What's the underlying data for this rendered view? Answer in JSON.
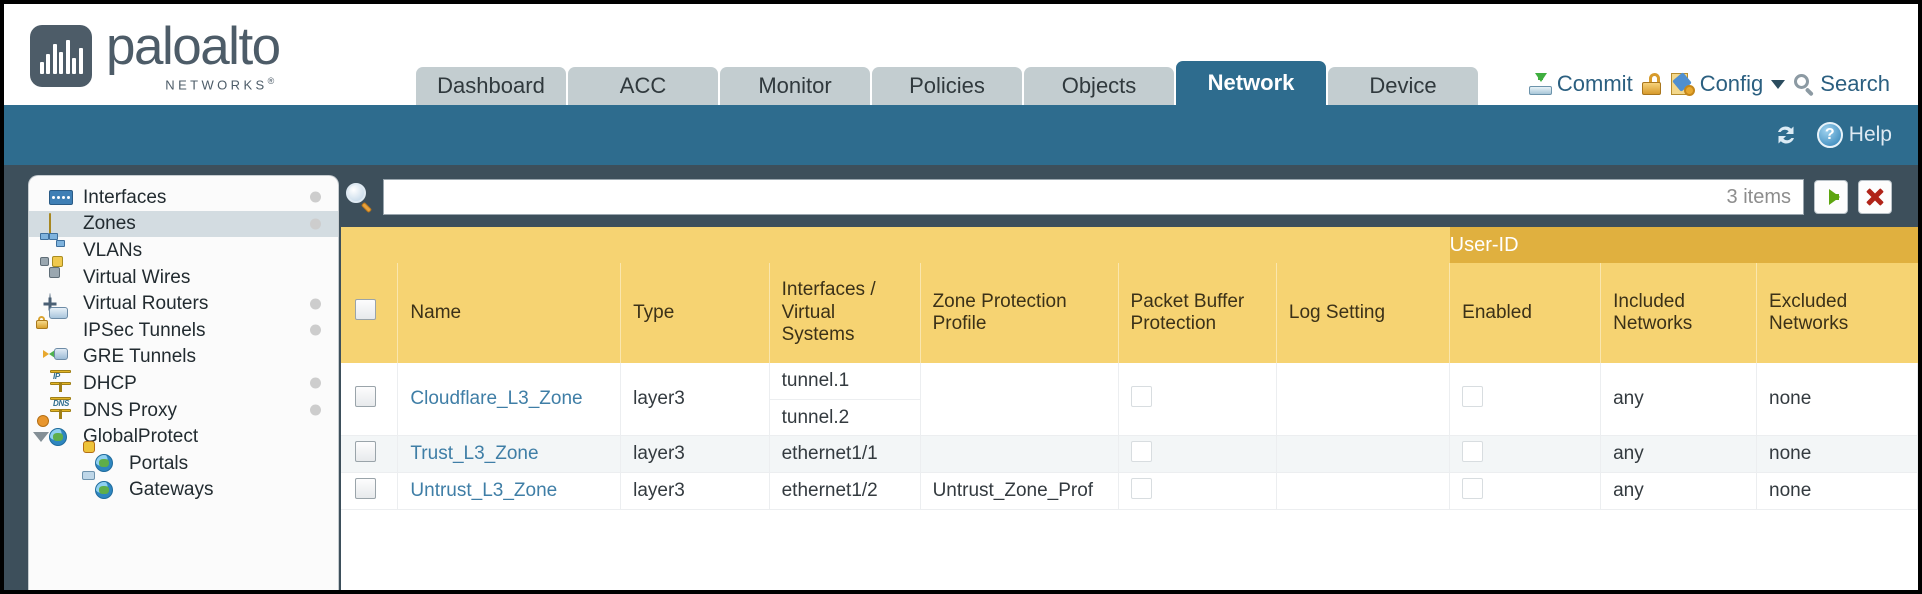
{
  "brand": {
    "name": "paloalto",
    "tagline": "NETWORKS",
    "registered": "®"
  },
  "nav": {
    "tabs": [
      {
        "label": "Dashboard",
        "active": false
      },
      {
        "label": "ACC",
        "active": false
      },
      {
        "label": "Monitor",
        "active": false
      },
      {
        "label": "Policies",
        "active": false
      },
      {
        "label": "Objects",
        "active": false
      },
      {
        "label": "Network",
        "active": true
      },
      {
        "label": "Device",
        "active": false
      }
    ]
  },
  "top_actions": {
    "commit": "Commit",
    "config": "Config",
    "search": "Search",
    "lock_icon": "lock-icon",
    "commit_icon": "commit-icon",
    "config_icon": "config-wrench-icon",
    "search_icon": "search-icon",
    "caret_icon": "chevron-down-icon"
  },
  "blue_band": {
    "refresh_icon": "refresh-icon",
    "help_label": "Help",
    "help_icon": "help-question-icon"
  },
  "sidebar": {
    "items": [
      {
        "label": "Interfaces",
        "icon": "interfaces-icon",
        "selected": false,
        "dot": true,
        "nested": false,
        "expander": false
      },
      {
        "label": "Zones",
        "icon": "zones-icon",
        "selected": true,
        "dot": true,
        "nested": false,
        "expander": false
      },
      {
        "label": "VLANs",
        "icon": "vlans-icon",
        "selected": false,
        "dot": false,
        "nested": false,
        "expander": false
      },
      {
        "label": "Virtual Wires",
        "icon": "virtual-wires-icon",
        "selected": false,
        "dot": false,
        "nested": false,
        "expander": false
      },
      {
        "label": "Virtual Routers",
        "icon": "virtual-routers-icon",
        "selected": false,
        "dot": true,
        "nested": false,
        "expander": false
      },
      {
        "label": "IPSec Tunnels",
        "icon": "ipsec-tunnels-icon",
        "selected": false,
        "dot": true,
        "nested": false,
        "expander": false
      },
      {
        "label": "GRE Tunnels",
        "icon": "gre-tunnels-icon",
        "selected": false,
        "dot": false,
        "nested": false,
        "expander": false
      },
      {
        "label": "DHCP",
        "icon": "dhcp-icon",
        "selected": false,
        "dot": true,
        "nested": false,
        "expander": false
      },
      {
        "label": "DNS Proxy",
        "icon": "dns-proxy-icon",
        "selected": false,
        "dot": true,
        "nested": false,
        "expander": false
      },
      {
        "label": "GlobalProtect",
        "icon": "globalprotect-icon",
        "selected": false,
        "dot": false,
        "nested": false,
        "expander": true
      },
      {
        "label": "Portals",
        "icon": "portals-icon",
        "selected": false,
        "dot": false,
        "nested": true,
        "expander": false
      },
      {
        "label": "Gateways",
        "icon": "gateways-icon",
        "selected": false,
        "dot": false,
        "nested": true,
        "expander": false
      }
    ]
  },
  "search": {
    "value": "",
    "placeholder": "",
    "items_count": "3 items",
    "go_icon": "green-arrow-icon",
    "clear_icon": "red-x-icon",
    "magnifier_icon": "magnifier-icon"
  },
  "table": {
    "group_header": "User-ID",
    "columns": [
      "Name",
      "Type",
      "Interfaces / Virtual Systems",
      "Zone Protection Profile",
      "Packet Buffer Protection",
      "Log Setting",
      "Enabled",
      "Included Networks",
      "Excluded Networks"
    ],
    "rows": [
      {
        "name": "Cloudflare_L3_Zone",
        "type": "layer3",
        "interfaces": [
          "tunnel.1",
          "tunnel.2"
        ],
        "zone_protection_profile": "",
        "packet_buffer_protection": false,
        "log_setting": "",
        "userid_enabled": false,
        "included_networks": "any",
        "excluded_networks": "none",
        "selected": false
      },
      {
        "name": "Trust_L3_Zone",
        "type": "layer3",
        "interfaces": [
          "ethernet1/1"
        ],
        "zone_protection_profile": "",
        "packet_buffer_protection": false,
        "log_setting": "",
        "userid_enabled": false,
        "included_networks": "any",
        "excluded_networks": "none",
        "selected": false
      },
      {
        "name": "Untrust_L3_Zone",
        "type": "layer3",
        "interfaces": [
          "ethernet1/2"
        ],
        "zone_protection_profile": "Untrust_Zone_Prof",
        "packet_buffer_protection": false,
        "log_setting": "",
        "userid_enabled": false,
        "included_networks": "any",
        "excluded_networks": "none",
        "selected": false
      }
    ]
  },
  "colors": {
    "brand_navy": "#4d5c68",
    "tab_active": "#2e6c8e",
    "tab_inactive": "#c3cdd0",
    "band": "#2e6c8e",
    "table_header": "#f6d372",
    "table_group_header": "#e0b03f",
    "link": "#3f7ea6",
    "body_bg": "#3d4f5b"
  }
}
